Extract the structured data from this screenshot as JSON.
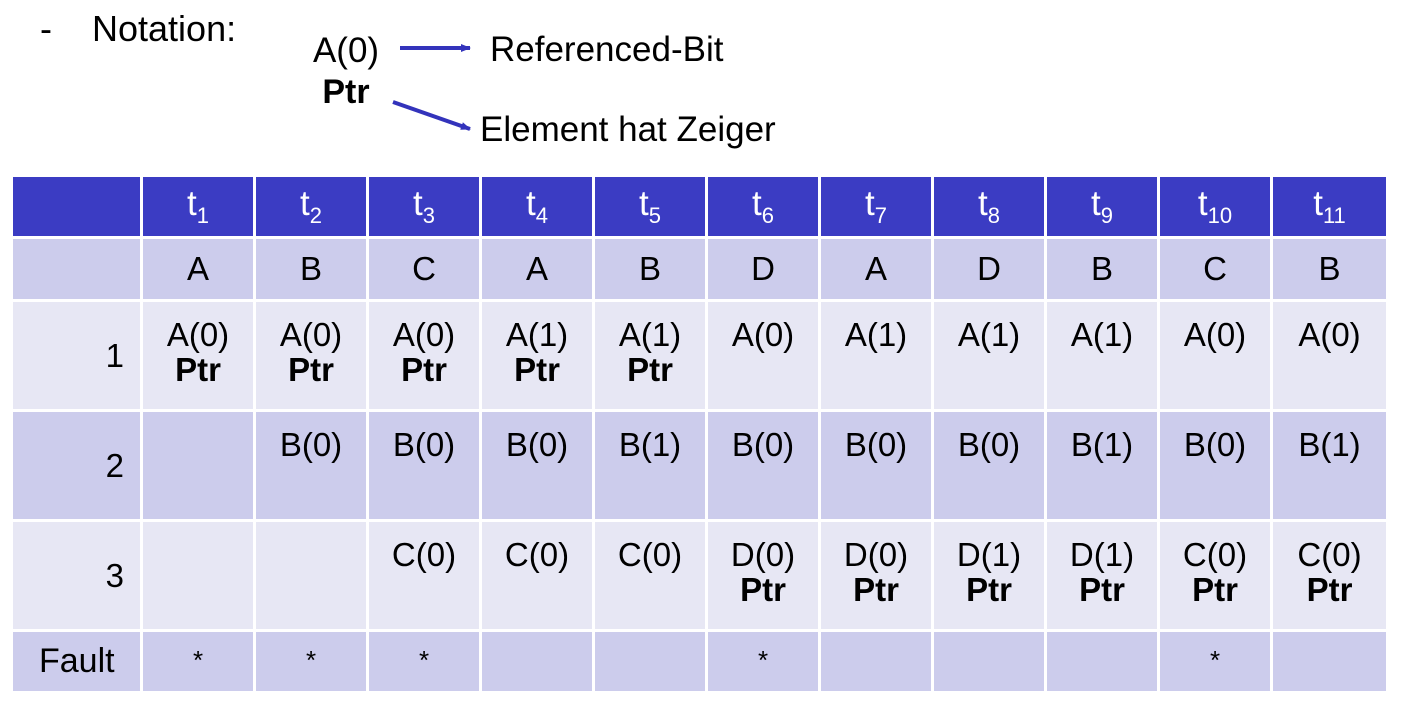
{
  "notation": {
    "dash": "-",
    "label": "Notation:",
    "example_value": "A(0)",
    "example_ptr": "Ptr",
    "referenced_bit_label": "Referenced-Bit",
    "pointer_label": "Element hat Zeiger",
    "arrow_color": "#3333bb"
  },
  "colors": {
    "header_bg": "#3b3cc3",
    "row_dark": "#ccccec",
    "row_light": "#e7e7f4"
  },
  "table": {
    "time_steps": [
      {
        "t": "t",
        "sub": "1"
      },
      {
        "t": "t",
        "sub": "2"
      },
      {
        "t": "t",
        "sub": "3"
      },
      {
        "t": "t",
        "sub": "4"
      },
      {
        "t": "t",
        "sub": "5"
      },
      {
        "t": "t",
        "sub": "6"
      },
      {
        "t": "t",
        "sub": "7"
      },
      {
        "t": "t",
        "sub": "8"
      },
      {
        "t": "t",
        "sub": "9"
      },
      {
        "t": "t",
        "sub": "10"
      },
      {
        "t": "t",
        "sub": "11"
      }
    ],
    "requests": [
      "A",
      "B",
      "C",
      "A",
      "B",
      "D",
      "A",
      "D",
      "B",
      "C",
      "B"
    ],
    "frames": [
      {
        "label": "1",
        "cells": [
          {
            "value": "A(0)",
            "ptr": "Ptr"
          },
          {
            "value": "A(0)",
            "ptr": "Ptr"
          },
          {
            "value": "A(0)",
            "ptr": "Ptr"
          },
          {
            "value": "A(1)",
            "ptr": "Ptr"
          },
          {
            "value": "A(1)",
            "ptr": "Ptr"
          },
          {
            "value": "A(0)",
            "ptr": ""
          },
          {
            "value": "A(1)",
            "ptr": ""
          },
          {
            "value": "A(1)",
            "ptr": ""
          },
          {
            "value": "A(1)",
            "ptr": ""
          },
          {
            "value": "A(0)",
            "ptr": ""
          },
          {
            "value": "A(0)",
            "ptr": ""
          }
        ]
      },
      {
        "label": "2",
        "cells": [
          {
            "value": "",
            "ptr": ""
          },
          {
            "value": "B(0)",
            "ptr": ""
          },
          {
            "value": "B(0)",
            "ptr": ""
          },
          {
            "value": "B(0)",
            "ptr": ""
          },
          {
            "value": "B(1)",
            "ptr": ""
          },
          {
            "value": "B(0)",
            "ptr": ""
          },
          {
            "value": "B(0)",
            "ptr": ""
          },
          {
            "value": "B(0)",
            "ptr": ""
          },
          {
            "value": "B(1)",
            "ptr": ""
          },
          {
            "value": "B(0)",
            "ptr": ""
          },
          {
            "value": "B(1)",
            "ptr": ""
          }
        ]
      },
      {
        "label": "3",
        "cells": [
          {
            "value": "",
            "ptr": ""
          },
          {
            "value": "",
            "ptr": ""
          },
          {
            "value": "C(0)",
            "ptr": ""
          },
          {
            "value": "C(0)",
            "ptr": ""
          },
          {
            "value": "C(0)",
            "ptr": ""
          },
          {
            "value": "D(0)",
            "ptr": "Ptr"
          },
          {
            "value": "D(0)",
            "ptr": "Ptr"
          },
          {
            "value": "D(1)",
            "ptr": "Ptr"
          },
          {
            "value": "D(1)",
            "ptr": "Ptr"
          },
          {
            "value": "C(0)",
            "ptr": "Ptr"
          },
          {
            "value": "C(0)",
            "ptr": "Ptr"
          }
        ]
      }
    ],
    "fault_label": "Fault",
    "faults": [
      "*",
      "*",
      "*",
      "",
      "",
      "*",
      "",
      "",
      "",
      "*",
      ""
    ]
  }
}
